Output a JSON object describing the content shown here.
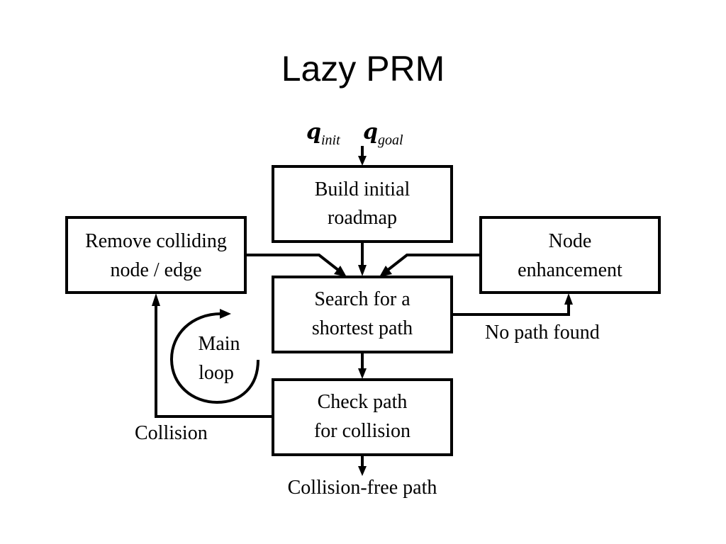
{
  "title": "Lazy PRM",
  "inputs": {
    "q_init": {
      "symbol": "q",
      "subscript": "init"
    },
    "q_goal": {
      "symbol": "q",
      "subscript": "goal"
    }
  },
  "nodes": {
    "build": {
      "line1": "Build initial",
      "line2": "roadmap"
    },
    "search": {
      "line1": "Search for a",
      "line2": "shortest path"
    },
    "check": {
      "line1": "Check path",
      "line2": "for collision"
    },
    "remove": {
      "line1": "Remove colliding",
      "line2": "node / edge"
    },
    "enhance": {
      "line1": "Node",
      "line2": "enhancement"
    }
  },
  "labels": {
    "no_path": "No path found",
    "collision": "Collision",
    "collision_free": "Collision-free path",
    "main_loop_1": "Main",
    "main_loop_2": "loop"
  }
}
